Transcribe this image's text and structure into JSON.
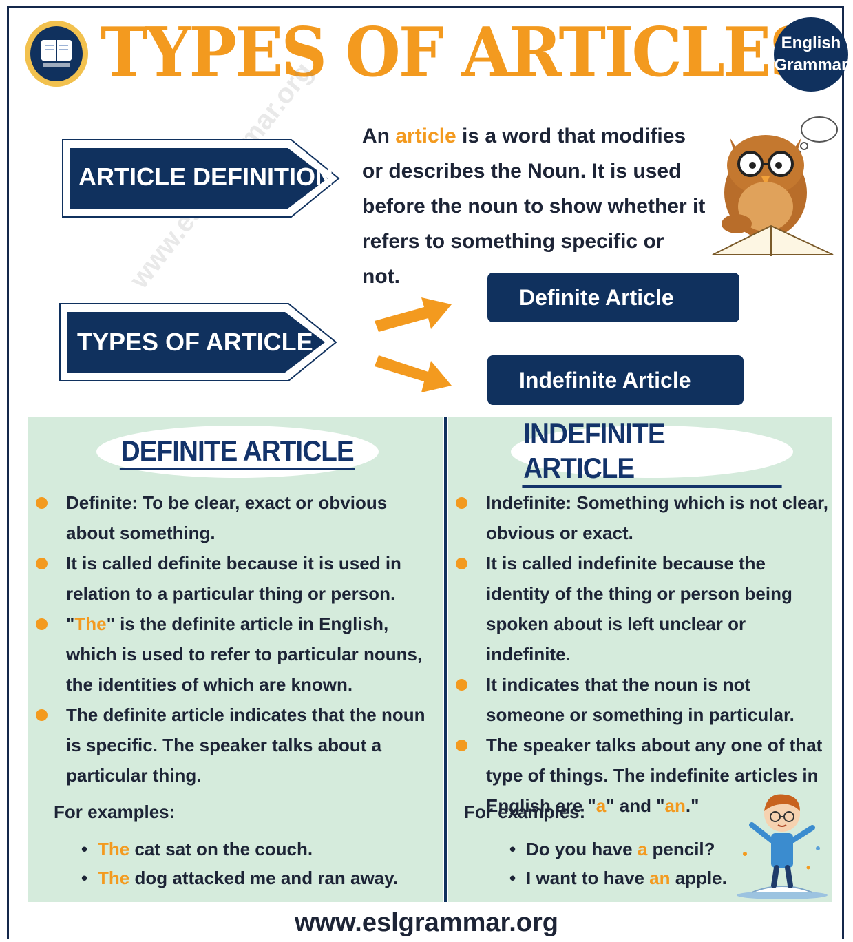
{
  "header": {
    "title": "TYPES OF ARTICLES",
    "badge_line1": "English",
    "badge_line2": "Grammar"
  },
  "definition_label": "ARTICLE DEFINITION",
  "definition": {
    "pre": "An ",
    "highlight": "article",
    "post": " is a word that modifies or describes the Noun. It is used before the noun to show whether it refers to something specific or not."
  },
  "types_label": "TYPES OF ARTICLE",
  "types": [
    "Definite Article",
    "Indefinite Article"
  ],
  "definite": {
    "heading": "DEFINITE ARTICLE",
    "bullets": [
      {
        "pre": "Definite: To be clear, exact or obvious about something.",
        "hl": "",
        "post": ""
      },
      {
        "pre": "It is called definite because it is used in relation to a particular thing or person.",
        "hl": "",
        "post": ""
      },
      {
        "pre": "\"",
        "hl": "The",
        "post": "\" is the definite article in English, which is used to refer to particular nouns, the identities of which are known."
      },
      {
        "pre": "The definite article indicates that the noun is specific. The speaker talks about a particular thing.",
        "hl": "",
        "post": ""
      }
    ],
    "examples_label": "For examples:",
    "examples": [
      {
        "hl": "The",
        "post": " cat sat on the couch."
      },
      {
        "hl": "The",
        "post": " dog attacked me and ran away."
      }
    ]
  },
  "indefinite": {
    "heading": "INDEFINITE ARTICLE",
    "bullets": [
      {
        "text": "Indefinite: Something which is not clear, obvious or exact."
      },
      {
        "text": "It is called indefinite because the identity of the thing or person being spoken about is left unclear or indefinite."
      },
      {
        "text": "It indicates that the noun is not someone or something in particular."
      }
    ],
    "last_bullet": {
      "pre": "The speaker talks about any one of that type of things. The indefinite articles in English are \"",
      "hl1": "a",
      "mid": "\" and \"",
      "hl2": "an",
      "post": ".\""
    },
    "examples_label": "For examples:",
    "examples": [
      {
        "pre": "Do you have ",
        "hl": "a",
        "post": " pencil?"
      },
      {
        "pre": "I want to have ",
        "hl": "an",
        "post": " apple."
      }
    ]
  },
  "footer": "www.eslgrammar.org",
  "watermark": "www.eslgrammar.org",
  "colors": {
    "navy": "#10315e",
    "orange": "#f39a1f",
    "panel": "#d5ebdc"
  }
}
